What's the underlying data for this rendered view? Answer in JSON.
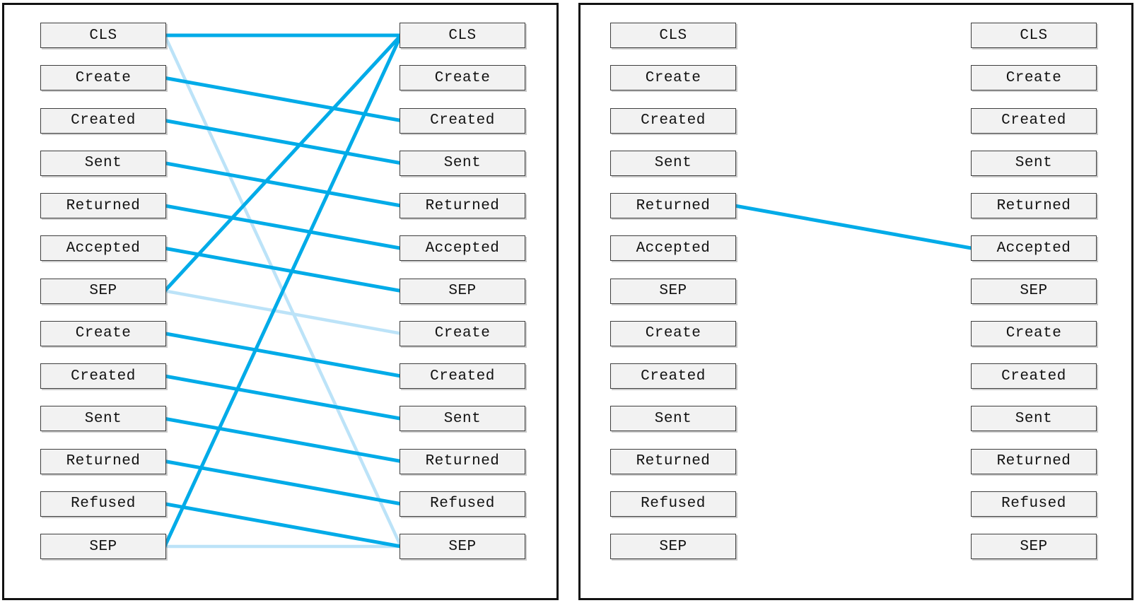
{
  "figure": {
    "description": "Token-to-token attention visualization with two panels",
    "colors": {
      "strong_line": "#00ABE8",
      "weak_line": "#BCE3F8",
      "box_fill": "#F2F2F2",
      "box_border": "#3E3E3E",
      "panel_border": "#121212",
      "text": "#111111"
    },
    "panels": [
      {
        "name": "attention-panel-1",
        "left_tokens": [
          "CLS",
          "Create",
          "Created",
          "Sent",
          "Returned",
          "Accepted",
          "SEP",
          "Create",
          "Created",
          "Sent",
          "Returned",
          "Refused",
          "SEP"
        ],
        "right_tokens": [
          "CLS",
          "Create",
          "Created",
          "Sent",
          "Returned",
          "Accepted",
          "SEP",
          "Create",
          "Created",
          "Sent",
          "Returned",
          "Refused",
          "SEP"
        ],
        "connections": [
          {
            "from": 0,
            "to": 0,
            "weight": "strong"
          },
          {
            "from": 1,
            "to": 2,
            "weight": "strong"
          },
          {
            "from": 2,
            "to": 3,
            "weight": "strong"
          },
          {
            "from": 3,
            "to": 4,
            "weight": "strong"
          },
          {
            "from": 4,
            "to": 5,
            "weight": "strong"
          },
          {
            "from": 5,
            "to": 6,
            "weight": "strong"
          },
          {
            "from": 6,
            "to": 0,
            "weight": "strong"
          },
          {
            "from": 7,
            "to": 8,
            "weight": "strong"
          },
          {
            "from": 8,
            "to": 9,
            "weight": "strong"
          },
          {
            "from": 9,
            "to": 10,
            "weight": "strong"
          },
          {
            "from": 10,
            "to": 11,
            "weight": "strong"
          },
          {
            "from": 11,
            "to": 12,
            "weight": "strong"
          },
          {
            "from": 12,
            "to": 0,
            "weight": "strong"
          },
          {
            "from": 0,
            "to": 12,
            "weight": "weak"
          },
          {
            "from": 6,
            "to": 7,
            "weight": "weak"
          },
          {
            "from": 12,
            "to": 12,
            "weight": "weak"
          }
        ]
      },
      {
        "name": "attention-panel-2",
        "left_tokens": [
          "CLS",
          "Create",
          "Created",
          "Sent",
          "Returned",
          "Accepted",
          "SEP",
          "Create",
          "Created",
          "Sent",
          "Returned",
          "Refused",
          "SEP"
        ],
        "right_tokens": [
          "CLS",
          "Create",
          "Created",
          "Sent",
          "Returned",
          "Accepted",
          "SEP",
          "Create",
          "Created",
          "Sent",
          "Returned",
          "Refused",
          "SEP"
        ],
        "connections": [
          {
            "from": 4,
            "to": 5,
            "weight": "strong"
          }
        ]
      }
    ]
  }
}
